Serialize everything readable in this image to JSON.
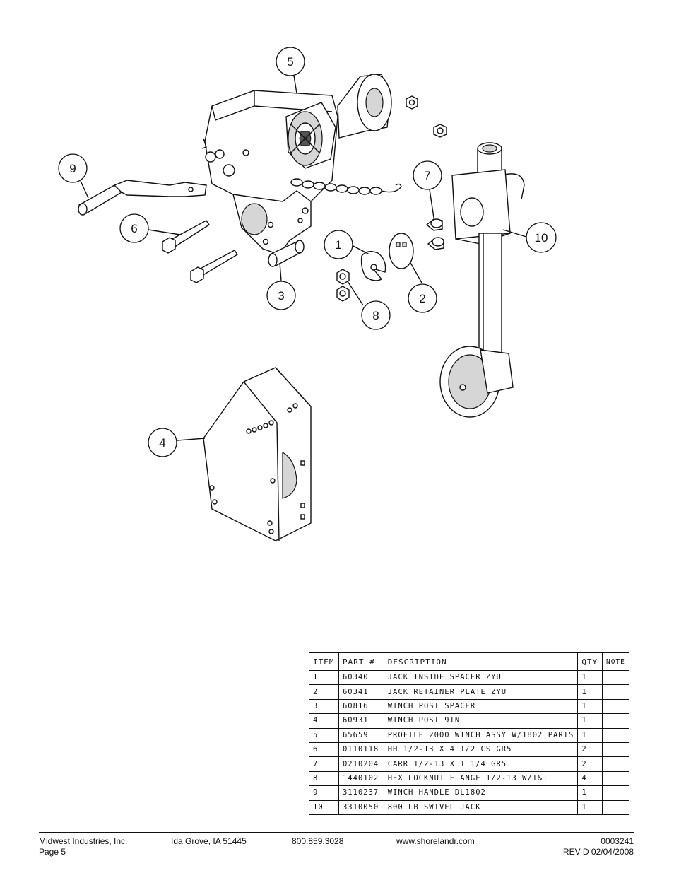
{
  "callouts": [
    "5",
    "9",
    "6",
    "7",
    "10",
    "1",
    "3",
    "8",
    "2",
    "4"
  ],
  "table": {
    "headers": [
      "ITEM",
      "PART #",
      "DESCRIPTION",
      "QTY",
      "NOTE"
    ],
    "rows": [
      {
        "item": "1",
        "part": "60340",
        "description": "JACK INSIDE SPACER ZYU",
        "qty": "1",
        "note": ""
      },
      {
        "item": "2",
        "part": "60341",
        "description": "JACK RETAINER PLATE ZYU",
        "qty": "1",
        "note": ""
      },
      {
        "item": "3",
        "part": "60816",
        "description": "WINCH POST SPACER",
        "qty": "1",
        "note": ""
      },
      {
        "item": "4",
        "part": "60931",
        "description": "WINCH POST 9IN",
        "qty": "1",
        "note": ""
      },
      {
        "item": "5",
        "part": "65659",
        "description": "PROFILE 2000 WINCH ASSY W/1802 PARTS",
        "qty": "1",
        "note": ""
      },
      {
        "item": "6",
        "part": "0110118",
        "description": "HH 1/2-13 X 4 1/2 CS GR5",
        "qty": "2",
        "note": ""
      },
      {
        "item": "7",
        "part": "0210204",
        "description": "CARR 1/2-13 X 1 1/4 GR5",
        "qty": "2",
        "note": ""
      },
      {
        "item": "8",
        "part": "1440102",
        "description": "HEX LOCKNUT FLANGE 1/2-13 W/T&T",
        "qty": "4",
        "note": ""
      },
      {
        "item": "9",
        "part": "3110237",
        "description": "WINCH HANDLE  DL1802",
        "qty": "1",
        "note": ""
      },
      {
        "item": "10",
        "part": "3310050",
        "description": "800 LB SWIVEL JACK",
        "qty": "1",
        "note": ""
      }
    ]
  },
  "footer": {
    "company": "Midwest Industries, Inc.",
    "page": "Page 5",
    "city": "Ida Grove, IA 51445",
    "phone": "800.859.3028",
    "website": "www.shorelandr.com",
    "doc_number": "0003241",
    "revision": "REV D  02/04/2008"
  }
}
